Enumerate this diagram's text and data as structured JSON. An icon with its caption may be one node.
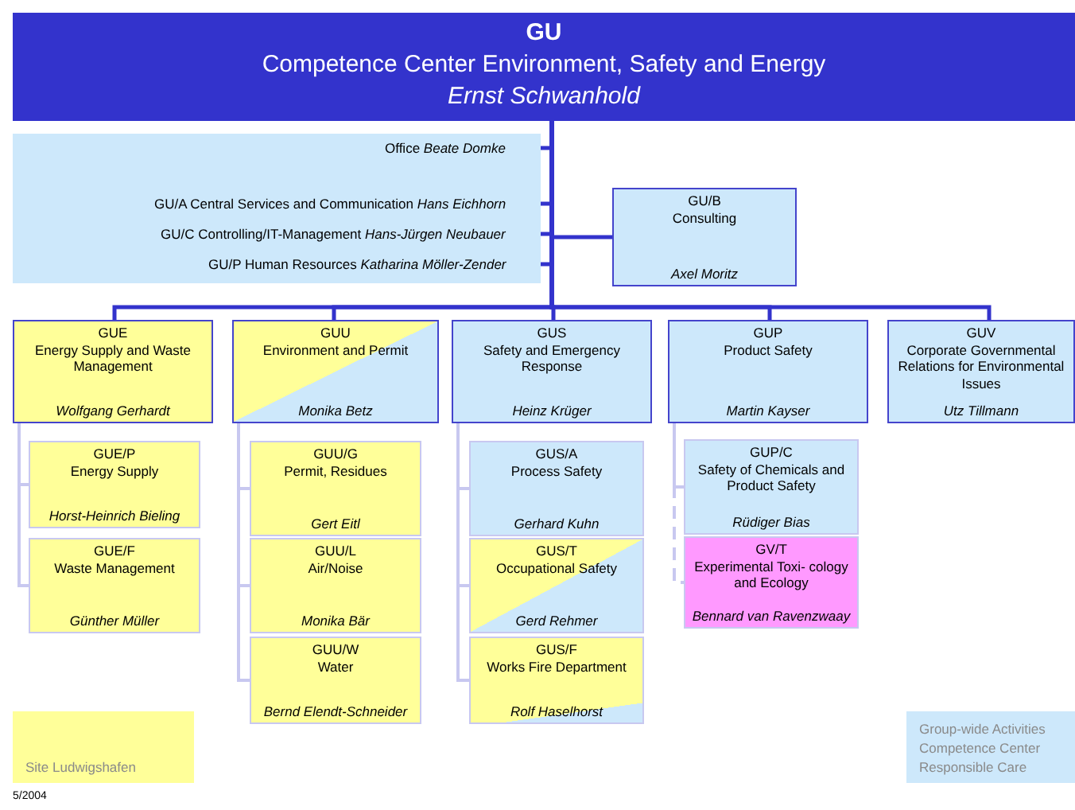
{
  "diagram": {
    "nodes": [
      {
        "text": [
          "GU",
          "Competence Center Environment, Safety and Energy",
          "Ernst Schwanhold"
        ]
      },
      {
        "text": [],
        "shape": "box"
      },
      {
        "text": [
          "Office *Beate Domke*"
        ],
        "in": 1
      },
      {
        "text": [
          "GU/A  Central Services and Communication *Hans Eichhorn*"
        ],
        "in": 1
      },
      {
        "text": [
          "GU/C  Controlling/IT-Management *Hans-Jürgen Neubauer*"
        ],
        "in": 1
      },
      {
        "text": [
          "GU/P  Human Resources *Katharina Möller-Zender*"
        ],
        "in": 1
      },
      {
        "text": [
          "GU/B",
          "Consulting",
          "Axel Moritz"
        ]
      },
      {
        "text": [
          "GUE",
          "Energy Supply and Waste Management",
          "Wolfgang Gerhardt"
        ]
      },
      {
        "text": [
          "GUE/P",
          "Energy Supply",
          "Horst-Heinrich Bieling"
        ]
      },
      {
        "text": [
          "GUE/F",
          "Waste Management",
          "Günther Müller"
        ]
      },
      {
        "text": [
          "GUU",
          "Environment and Permit",
          "Monika Betz"
        ]
      },
      {
        "text": [
          "GUU/G",
          "Permit, Residues",
          "Gert Eitl"
        ]
      },
      {
        "text": [
          "GUU/L",
          "Air/Noise",
          "Monika Bär"
        ]
      },
      {
        "text": [
          "GUU/W",
          "Water",
          "Bernd Elendt-Schneider"
        ]
      },
      {
        "text": [
          "GUS",
          "Safety and Emergency Response",
          "Heinz Krüger"
        ]
      },
      {
        "text": [
          "GUS/A",
          "Process Safety",
          "Gerhard Kuhn"
        ]
      },
      {
        "text": [
          "GUS/T",
          "Occupational Safety",
          "Gerd Rehmer"
        ]
      },
      {
        "text": [
          "GUS/F",
          "Works Fire Department",
          "Rolf Haselhorst"
        ]
      },
      {
        "text": [
          "GUP",
          "Product Safety",
          "Martin Kayser"
        ]
      },
      {
        "text": [
          "GUP/C",
          "Safety of Chemicals and Product Safety",
          "Rüdiger Bias"
        ]
      },
      {
        "text": [
          "GV/T",
          "Experimental Toxi- cology and Ecology",
          "Bennard van Ravenzwaay"
        ]
      },
      {
        "text": [
          "GUV",
          "Corporate Governmental Relations for Environmental Issues",
          "Utz Tillmann"
        ]
      }
    ],
    "edges": [
      {
        "from": 0,
        "to": 2,
        "arrow": "to"
      },
      {
        "from": 0,
        "to": 3,
        "arrow": "to"
      },
      {
        "from": 0,
        "to": 4,
        "arrow": "to"
      },
      {
        "from": 0,
        "to": 5,
        "arrow": "to"
      },
      {
        "from": 0,
        "to": 6,
        "arrow": "none"
      },
      {
        "from": 0,
        "to": 7,
        "arrow": "none"
      },
      {
        "from": 0,
        "to": 10,
        "arrow": "none"
      },
      {
        "from": 0,
        "to": 14,
        "arrow": "none"
      },
      {
        "from": 0,
        "to": 18,
        "arrow": "none"
      },
      {
        "from": 0,
        "to": 21,
        "arrow": "none"
      },
      {
        "from": 7,
        "to": 8,
        "arrow": "none",
        "color": "#c8c8f0"
      },
      {
        "from": 7,
        "to": 9,
        "arrow": "none",
        "color": "#c8c8f0"
      },
      {
        "from": 10,
        "to": 11,
        "arrow": "none",
        "color": "#c8c8f0"
      },
      {
        "from": 10,
        "to": 12,
        "arrow": "none",
        "color": "#c8c8f0"
      },
      {
        "from": 10,
        "to": 13,
        "arrow": "none",
        "color": "#c8c8f0"
      },
      {
        "from": 14,
        "to": 15,
        "arrow": "none",
        "color": "#c8c8f0"
      },
      {
        "from": 14,
        "to": 16,
        "arrow": "none",
        "color": "#c8c8f0"
      },
      {
        "from": 14,
        "to": 17,
        "arrow": "none",
        "color": "#c8c8f0"
      },
      {
        "from": 18,
        "to": 19,
        "arrow": "none",
        "color": "#c8c8f0"
      },
      {
        "from": 18,
        "to": 20,
        "arrow": "none",
        "style": "dashed",
        "color": "#c8c8f0"
      }
    ],
    "labels": [
      "5/2004"
    ],
    "legend": [
      {
        "text": "Site Ludwigshafen",
        "color": "#ffff99"
      },
      {
        "text": "Group-wide Activities Competence Center Responsible Care",
        "color": "#cde8fb"
      }
    ]
  }
}
